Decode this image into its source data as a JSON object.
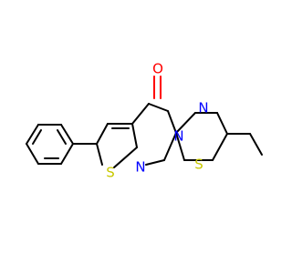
{
  "molecule": {
    "atom_labels": {
      "oxygen": "O",
      "nitrogen_1": "N",
      "nitrogen_2": "N",
      "nitrogen_3": "N",
      "sulfur_1": "S",
      "sulfur_2": "S"
    },
    "colors": {
      "background": "#ffffff",
      "carbon_bond": "#000000",
      "oxygen": "#ff0000",
      "nitrogen": "#0000ff",
      "sulfur": "#c8c800"
    }
  }
}
